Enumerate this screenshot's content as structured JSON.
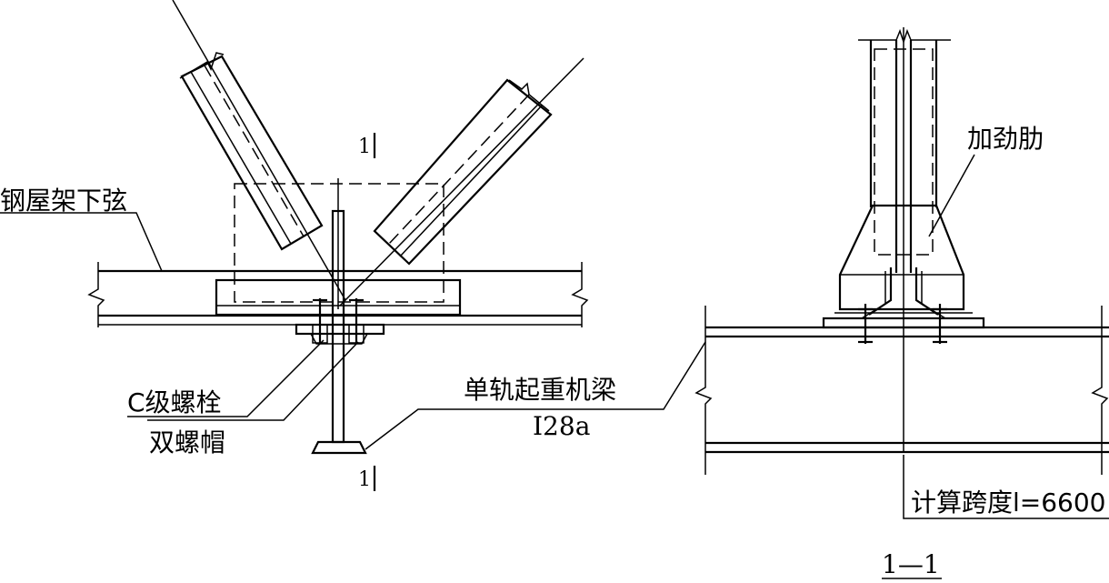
{
  "labels": {
    "bottom_chord": "钢屋架下弦",
    "bolt": "C级螺栓",
    "double_nut": "双螺帽",
    "crane_beam": "单轨起重机梁",
    "beam_section": "I28a",
    "stiffener": "加劲肋",
    "span": "计算跨度l=6600",
    "section_mark_top": "1",
    "section_mark_bottom": "1",
    "section_title": "1—1"
  }
}
